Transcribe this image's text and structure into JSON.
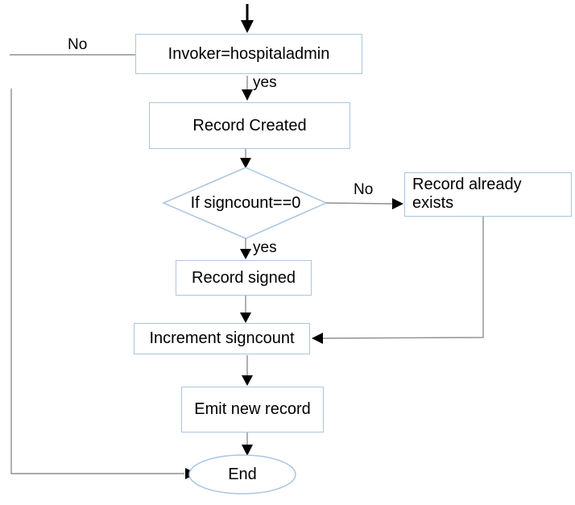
{
  "flowchart": {
    "nodes": {
      "invoker": "Invoker=hospitaladmin",
      "record_created": "Record Created",
      "signcount_decision": "If signcount==0",
      "record_already_exists": "Record already exists",
      "record_signed": "Record signed",
      "increment_signcount": "Increment signcount",
      "emit_new_record": "Emit new record",
      "end": "End"
    },
    "edge_labels": {
      "invoker_no": "No",
      "invoker_yes": "yes",
      "decision_no": "No",
      "decision_yes": "yes"
    },
    "colors": {
      "shape_border": "#aac5e2",
      "connector_line": "#8f8f8f",
      "arrowhead": "#000000",
      "text": "#000000",
      "background": "#ffffff"
    }
  }
}
